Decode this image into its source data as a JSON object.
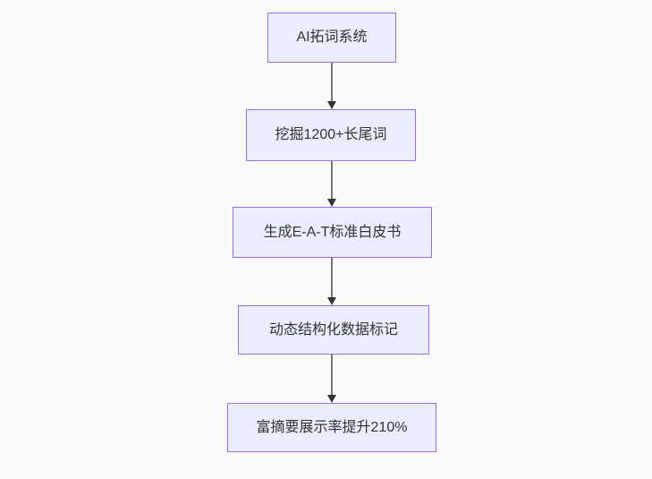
{
  "diagram": {
    "type": "flowchart",
    "direction": "top-down",
    "colors": {
      "background": "#fafafa",
      "node_fill": "#ECECFF",
      "node_border": "#9370DB",
      "text": "#333333",
      "edge_line": "#757575",
      "arrowhead": "#333333"
    },
    "nodes": [
      {
        "id": "A",
        "label": "AI拓词系统"
      },
      {
        "id": "B",
        "label": "挖掘1200+长尾词"
      },
      {
        "id": "C",
        "label": "生成E-A-T标准白皮书"
      },
      {
        "id": "D",
        "label": "动态结构化数据标记"
      },
      {
        "id": "E",
        "label": "富摘要展示率提升210%"
      }
    ],
    "edges": [
      {
        "from": "A",
        "to": "B",
        "style": "arrow"
      },
      {
        "from": "B",
        "to": "C",
        "style": "arrow"
      },
      {
        "from": "C",
        "to": "D",
        "style": "arrow"
      },
      {
        "from": "D",
        "to": "E",
        "style": "arrow"
      }
    ]
  }
}
